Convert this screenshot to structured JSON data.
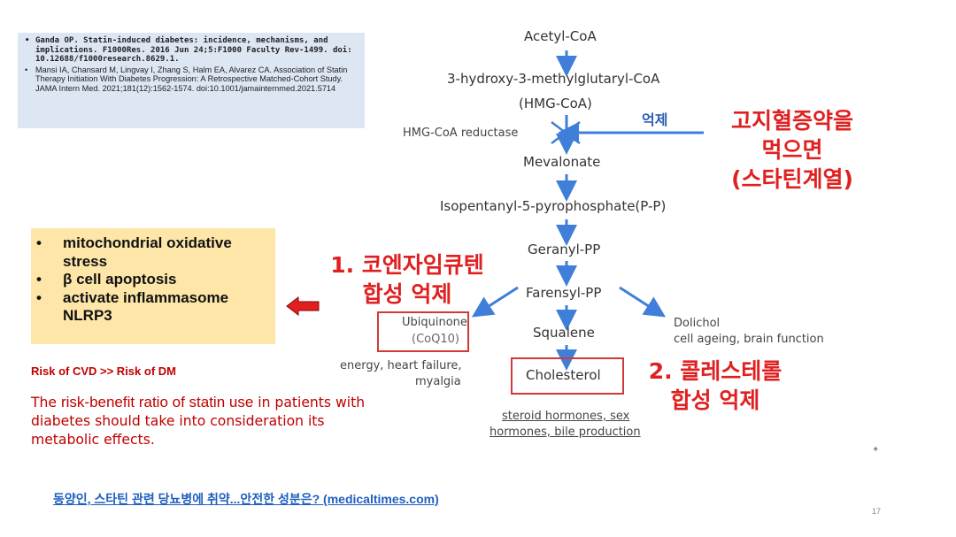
{
  "references": [
    "Ganda OP. Statin-induced diabetes: incidence, mechanisms, and implications. F1000Res. 2016 Jun 24;5:F1000 Faculty Rev-1499. doi: 10.12688/f1000research.8629.1.",
    "Mansi IA, Chansard M, Lingvay I, Zhang S, Halm EA, Alvarez CA. Association of Statin Therapy Initiation With Diabetes Progression: A Retrospective Matched-Cohort Study. JAMA Intern Med. 2021;181(12):1562-1574. doi:10.1001/jamainternmed.2021.5714"
  ],
  "mechanisms": [
    "mitochondrial oxidative stress",
    "β cell apoptosis",
    "activate inflammasome NLRP3"
  ],
  "risk_line": "Risk of CVD >> Risk of DM",
  "ratio_text": {
    "pre": "The ",
    "emph": "risk-benefit ratio of statin use",
    "post": " in patients with diabetes should take into consideration its metabolic effects."
  },
  "pathway": {
    "acetyl": "Acetyl-CoA",
    "hmg1": "3-hydroxy-3-methylglutaryl-CoA",
    "hmg2": "(HMG-CoA)",
    "reductase": "HMG-CoA reductase",
    "inhibit": "억제",
    "mevalonate": "Mevalonate",
    "ipp": "Isopentanyl-5-pyrophosphate(P-P)",
    "geranyl": "Geranyl-PP",
    "farnesyl": "Farensyl-PP",
    "ubiquinone": "Ubiquinone",
    "coq10": "(CoQ10)",
    "squalene": "Squalene",
    "dolichol": "Dolichol",
    "dolichol_fx": "cell ageing, brain function",
    "ubi_fx1": "energy, heart failure,",
    "ubi_fx2": "myalgia",
    "cholesterol": "Cholesterol",
    "chol_fx1": "steroid hormones, sex",
    "chol_fx2": "hormones, bile production"
  },
  "statin_label": [
    "고지혈증약을",
    "먹으면",
    "(스타틴계열)"
  ],
  "coq_label": [
    "1. 코엔자임큐텐",
    "합성 억제"
  ],
  "chol_label": [
    "2. 콜레스테롤",
    "합성 억제"
  ],
  "link_text": "동양인, 스타틴 관련 당뇨병에 취약...안전한 성분은? (medicaltimes.com)",
  "page_number": "17",
  "colors": {
    "red": "#e02020",
    "arrow_blue": "#3f7fd9",
    "ref_box": "#dde6f3",
    "mech_box": "#fde6a8",
    "link": "#1f5fbf"
  }
}
